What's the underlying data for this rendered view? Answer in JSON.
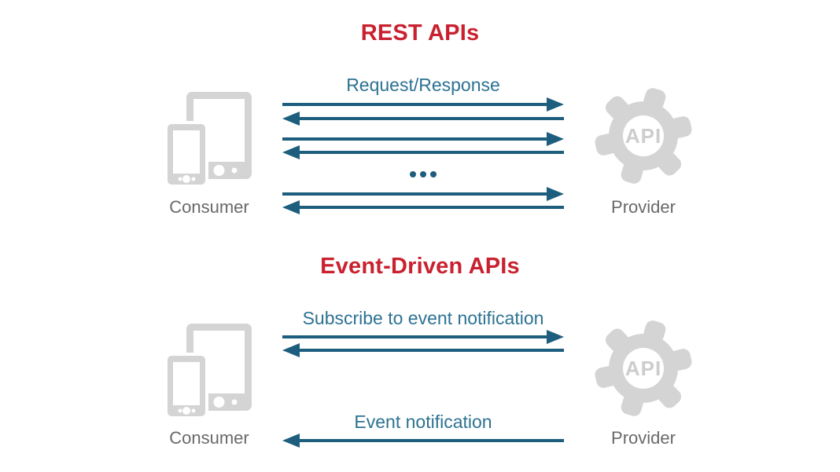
{
  "diagram": {
    "rest": {
      "title": "REST APIs",
      "flow_label": "Request/Response",
      "consumer_label": "Consumer",
      "provider_label": "Provider",
      "api_badge": "API"
    },
    "event": {
      "title": "Event-Driven APIs",
      "subscribe_label": "Subscribe to event notification",
      "notification_label": "Event notification",
      "consumer_label": "Consumer",
      "provider_label": "Provider",
      "api_badge": "API"
    },
    "colors": {
      "background": "#ffffff",
      "title_red": "#c9212f",
      "label_teal": "#2d7292",
      "arrow_teal": "#1d5d7d",
      "icon_gray": "#d4d4d4",
      "api_text_gray": "#cdcdcd",
      "caption_gray": "#696969"
    }
  }
}
